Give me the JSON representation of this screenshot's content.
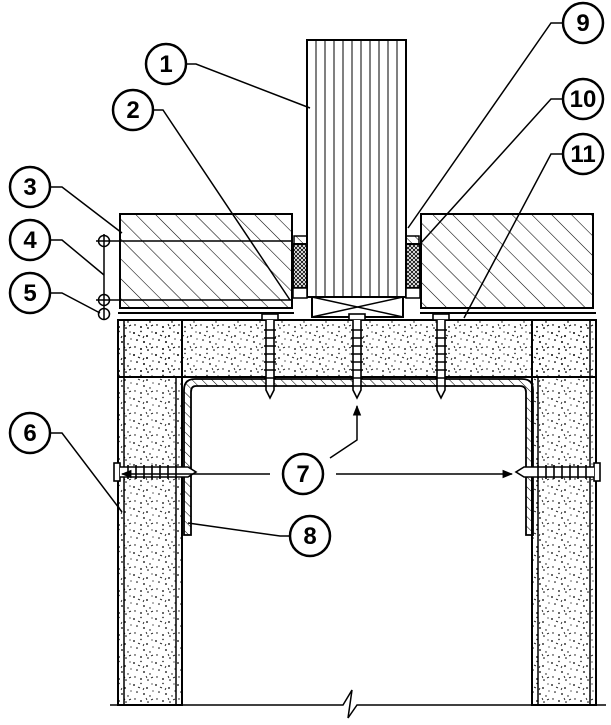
{
  "diagram": {
    "callouts": [
      {
        "id": "1",
        "label": "1"
      },
      {
        "id": "2",
        "label": "2"
      },
      {
        "id": "3",
        "label": "3"
      },
      {
        "id": "4",
        "label": "4"
      },
      {
        "id": "5",
        "label": "5"
      },
      {
        "id": "6",
        "label": "6"
      },
      {
        "id": "7",
        "label": "7"
      },
      {
        "id": "8",
        "label": "8"
      },
      {
        "id": "9",
        "label": "9"
      },
      {
        "id": "10",
        "label": "10"
      },
      {
        "id": "11",
        "label": "11"
      }
    ]
  },
  "colors": {
    "line": "#000000",
    "background": "#ffffff"
  }
}
